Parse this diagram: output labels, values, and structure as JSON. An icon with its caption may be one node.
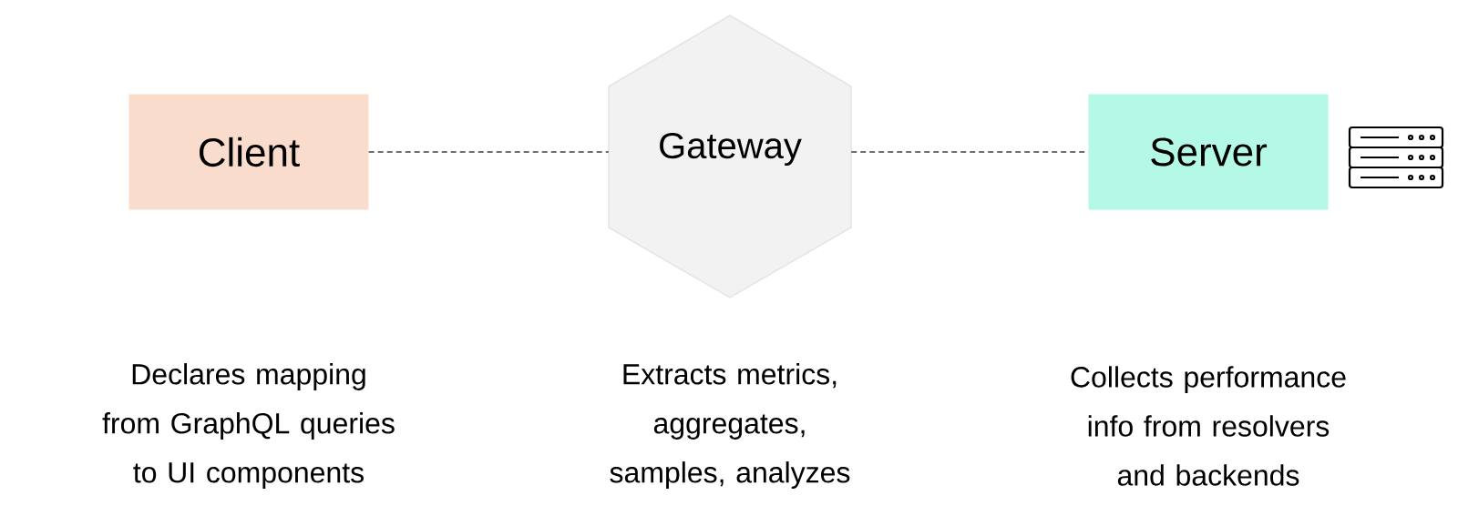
{
  "diagram": {
    "nodes": [
      {
        "text": [
          "Client"
        ]
      },
      {
        "text": [
          "Gateway"
        ]
      },
      {
        "text": [
          "Server"
        ]
      }
    ],
    "labels": [
      "Declares mapping from GraphQL queries to UI components",
      "Extracts metrics, aggregates, samples, analyzes",
      "Collects performance info from resolvers and backends"
    ],
    "edges": [
      {
        "from": 0,
        "to": 1,
        "arrow": "none",
        "style": "dashed"
      },
      {
        "from": 1,
        "to": 2,
        "arrow": "none",
        "style": "dashed"
      }
    ]
  }
}
